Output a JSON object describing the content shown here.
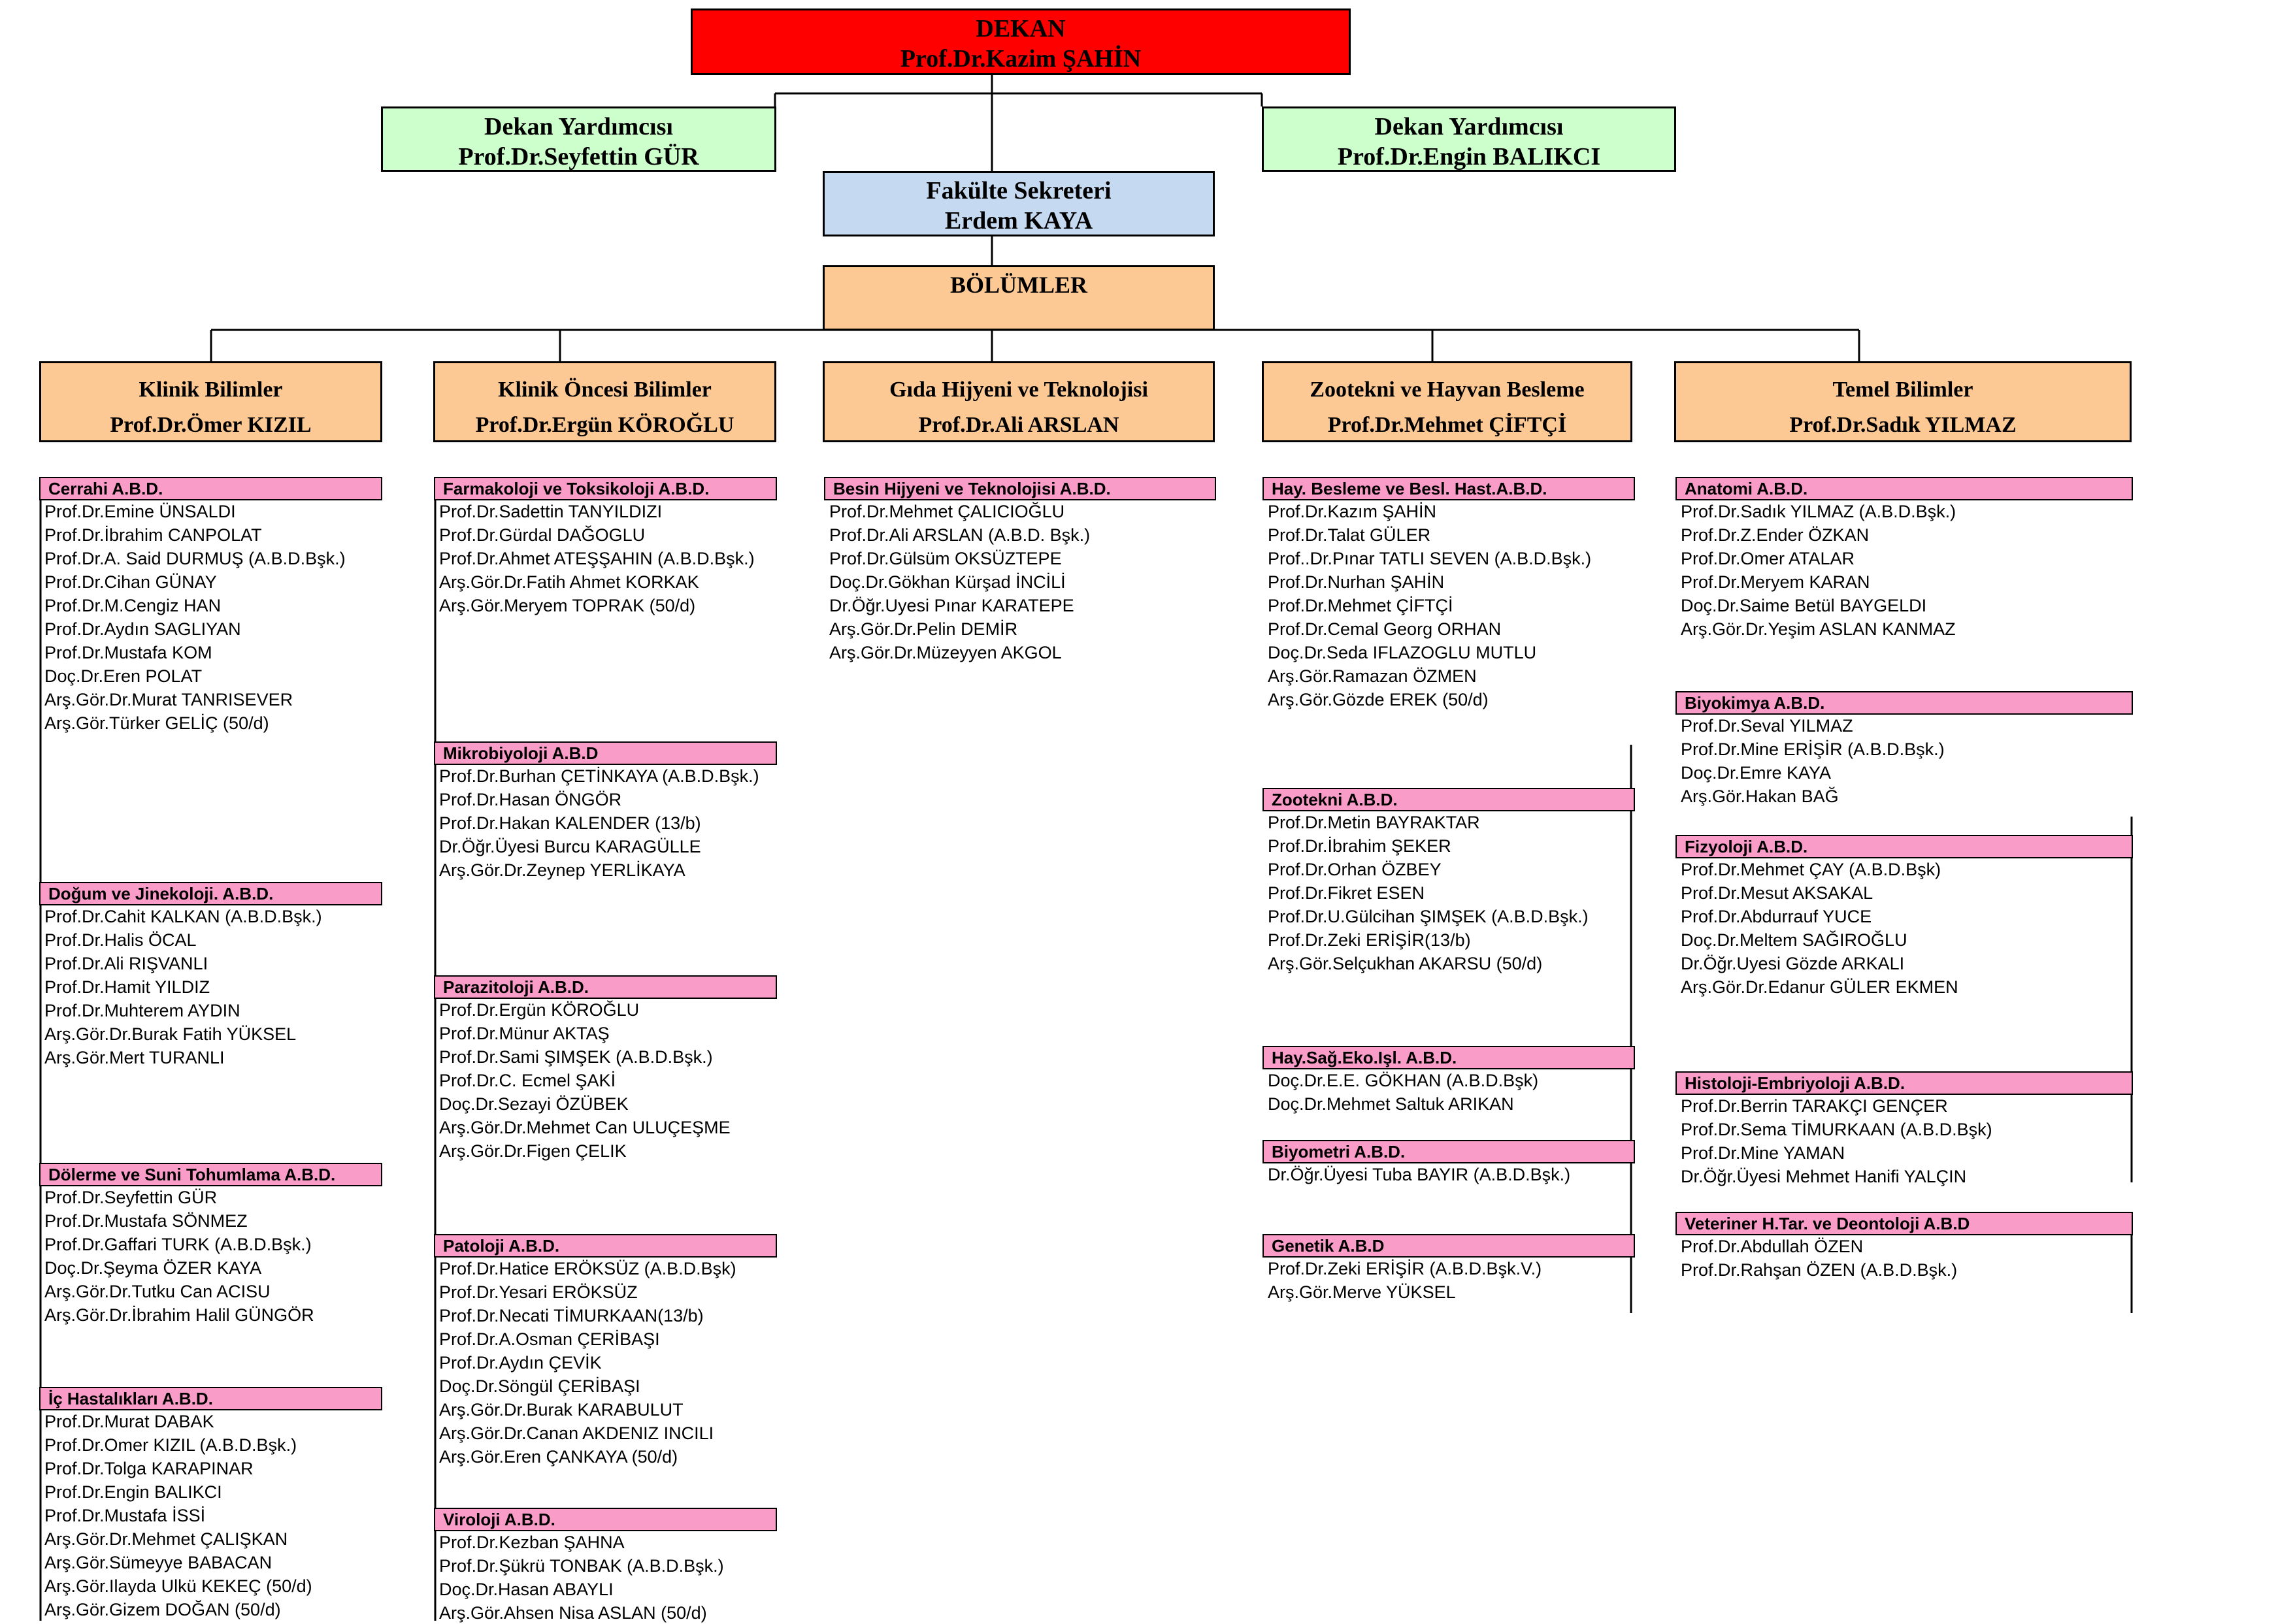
{
  "dean": {
    "title": "DEKAN",
    "name": "Prof.Dr.Kazim ŞAHİN"
  },
  "assistants": [
    {
      "title": "Dekan Yardımcısı",
      "name": "Prof.Dr.Seyfettin GÜR"
    },
    {
      "title": "Dekan Yardımcısı",
      "name": "Prof.Dr.Engin BALIKCI"
    }
  ],
  "secretary": {
    "title": "Fakülte Sekreteri",
    "name": "Erdem KAYA"
  },
  "departments_label": "BÖLÜMLER",
  "departments": [
    {
      "title": "Klinik Bilimler",
      "head": "Prof.Dr.Ömer KIZIL",
      "sections": [
        {
          "name": "Cerrahi A.B.D.",
          "members": [
            "Prof.Dr.Emine ÜNSALDI",
            "Prof.Dr.İbrahim CANPOLAT",
            "Prof.Dr.A. Said DURMUŞ (A.B.D.Bşk.)",
            "Prof.Dr.Cihan GÜNAY",
            "Prof.Dr.M.Cengiz HAN",
            "Prof.Dr.Aydın SAGLIYAN",
            "Prof.Dr.Mustafa KOM",
            "Doç.Dr.Eren POLAT",
            "Arş.Gör.Dr.Murat TANRISEVER",
            "Arş.Gör.Türker GELİÇ (50/d)"
          ]
        },
        {
          "name": "Doğum ve Jinekoloji. A.B.D.",
          "members": [
            "Prof.Dr.Cahit KALKAN (A.B.D.Bşk.)",
            "Prof.Dr.Halis ÖCAL",
            "Prof.Dr.Ali RIŞVANLI",
            "Prof.Dr.Hamit YILDIZ",
            "Prof.Dr.Muhterem AYDIN",
            "Arş.Gör.Dr.Burak Fatih YÜKSEL",
            "Arş.Gör.Mert TURANLI"
          ]
        },
        {
          "name": "Dölerme ve Suni Tohumlama A.B.D.",
          "members": [
            "Prof.Dr.Seyfettin GÜR",
            "Prof.Dr.Mustafa SÖNMEZ",
            "Prof.Dr.Gaffari TURK (A.B.D.Bşk.)",
            "Doç.Dr.Şeyma ÖZER KAYA",
            "Arş.Gör.Dr.Tutku Can ACISU",
            "Arş.Gör.Dr.İbrahim Halil GÜNGÖR"
          ]
        },
        {
          "name": "İç Hastalıkları A.B.D.",
          "members": [
            "Prof.Dr.Murat DABAK",
            "Prof.Dr.Omer KIZIL (A.B.D.Bşk.)",
            "Prof.Dr.Tolga KARAPINAR",
            "Prof.Dr.Engin BALIKCI",
            "Prof.Dr.Mustafa İSSİ",
            "Arş.Gör.Dr.Mehmet ÇALIŞKAN",
            "Arş.Gör.Sümeyye BABACAN",
            "Arş.Gör.Ilayda Ulkü KEKEÇ (50/d)",
            "Arş.Gör.Gizem DOĞAN (50/d)"
          ]
        }
      ]
    },
    {
      "title": "Klinik Öncesi Bilimler",
      "head": "Prof.Dr.Ergün KÖROĞLU",
      "sections": [
        {
          "name": "Farmakoloji ve Toksikoloji A.B.D.",
          "members": [
            "Prof.Dr.Sadettin TANYILDIZI",
            "Prof.Dr.Gürdal DAĞOGLU",
            "Prof.Dr.Ahmet ATEŞŞAHIN (A.B.D.Bşk.)",
            "Arş.Gör.Dr.Fatih Ahmet KORKAK",
            "Arş.Gör.Meryem TOPRAK (50/d)"
          ]
        },
        {
          "name": "Mikrobiyoloji A.B.D",
          "members": [
            "Prof.Dr.Burhan ÇETİNKAYA (A.B.D.Bşk.)",
            "Prof.Dr.Hasan ÖNGÖR",
            "Prof.Dr.Hakan KALENDER (13/b)",
            "Dr.Öğr.Üyesi Burcu KARAGÜLLE",
            "Arş.Gör.Dr.Zeynep YERLİKAYA"
          ]
        },
        {
          "name": "Parazitoloji A.B.D.",
          "members": [
            "Prof.Dr.Ergün KÖROĞLU",
            "Prof.Dr.Münur AKTAŞ",
            "Prof.Dr.Sami ŞIMŞEK (A.B.D.Bşk.)",
            "Prof.Dr.C. Ecmel ŞAKİ",
            "Doç.Dr.Sezayi ÖZÜBEK",
            "Arş.Gör.Dr.Mehmet Can ULUÇEŞME",
            "Arş.Gör.Dr.Figen ÇELIK"
          ]
        },
        {
          "name": "Patoloji A.B.D.",
          "members": [
            "Prof.Dr.Hatice ERÖKSÜZ (A.B.D.Bşk)",
            "Prof.Dr.Yesari ERÖKSÜZ",
            "Prof.Dr.Necati TİMURKAAN(13/b)",
            "Prof.Dr.A.Osman ÇERİBAŞI",
            "Prof.Dr.Aydın ÇEVİK",
            "Doç.Dr.Söngül ÇERİBAŞI",
            "Arş.Gör.Dr.Burak KARABULUT",
            "Arş.Gör.Dr.Canan AKDENIZ INCILI",
            "Arş.Gör.Eren ÇANKAYA (50/d)"
          ]
        },
        {
          "name": "Viroloji A.B.D.",
          "members": [
            "Prof.Dr.Kezban ŞAHNA",
            "Prof.Dr.Şükrü TONBAK (A.B.D.Bşk.)",
            "Doç.Dr.Hasan ABAYLI",
            "Arş.Gör.Ahsen Nisa ASLAN (50/d)"
          ]
        }
      ]
    },
    {
      "title": "Gıda Hijyeni ve Teknolojisi",
      "head": "Prof.Dr.Ali ARSLAN",
      "sections": [
        {
          "name": "Besin Hijyeni ve Teknolojisi A.B.D.",
          "members": [
            "Prof.Dr.Mehmet ÇALICIOĞLU",
            "Prof.Dr.Ali ARSLAN (A.B.D. Bşk.)",
            "Prof.Dr.Gülsüm OKSÜZTEPE",
            "Doç.Dr.Gökhan Kürşad İNCİLİ",
            "Dr.Öğr.Uyesi Pınar KARATEPE",
            "Arş.Gör.Dr.Pelin DEMİR",
            "Arş.Gör.Dr.Müzeyyen AKGOL"
          ]
        }
      ]
    },
    {
      "title": "Zootekni ve Hayvan Besleme",
      "head": "Prof.Dr.Mehmet ÇİFTÇİ",
      "sections": [
        {
          "name": "Hay. Besleme ve Besl. Hast.A.B.D.",
          "members": [
            "Prof.Dr.Kazım ŞAHİN",
            "Prof.Dr.Talat GÜLER",
            "Prof..Dr.Pınar TATLI SEVEN (A.B.D.Bşk.)",
            "Prof.Dr.Nurhan ŞAHİN",
            "Prof.Dr.Mehmet ÇİFTÇİ",
            "Prof.Dr.Cemal Georg ORHAN",
            "Doç.Dr.Seda IFLAZOGLU MUTLU",
            "Arş.Gör.Ramazan ÖZMEN",
            "Arş.Gör.Gözde EREK (50/d)"
          ]
        },
        {
          "name": "Zootekni A.B.D.",
          "members": [
            "Prof.Dr.Metin BAYRAKTAR",
            "Prof.Dr.İbrahim ŞEKER",
            "Prof.Dr.Orhan ÖZBEY",
            "Prof.Dr.Fikret ESEN",
            "Prof.Dr.U.Gülcihan ŞIMŞEK (A.B.D.Bşk.)",
            "Prof.Dr.Zeki ERİŞİR(13/b)",
            "Arş.Gör.Selçukhan AKARSU (50/d)"
          ]
        },
        {
          "name": "Hay.Sağ.Eko.Işl. A.B.D.",
          "members": [
            "Doç.Dr.E.E. GÖKHAN (A.B.D.Bşk)",
            "Doç.Dr.Mehmet Saltuk ARIKAN"
          ]
        },
        {
          "name": "Biyometri A.B.D.",
          "members": [
            "Dr.Öğr.Üyesi Tuba BAYIR (A.B.D.Bşk.)"
          ]
        },
        {
          "name": "Genetik A.B.D",
          "members": [
            "Prof.Dr.Zeki ERİŞİR (A.B.D.Bşk.V.)",
            "Arş.Gör.Merve YÜKSEL"
          ]
        }
      ]
    },
    {
      "title": "Temel Bilimler",
      "head": "Prof.Dr.Sadık YILMAZ",
      "sections": [
        {
          "name": "Anatomi A.B.D.",
          "members": [
            "Prof.Dr.Sadık YILMAZ (A.B.D.Bşk.)",
            "Prof.Dr.Z.Ender ÖZKAN",
            "Prof.Dr.Omer ATALAR",
            "Prof.Dr.Meryem KARAN",
            "Doç.Dr.Saime Betül BAYGELDI",
            "Arş.Gör.Dr.Yeşim ASLAN KANMAZ"
          ]
        },
        {
          "name": "Biyokimya A.B.D.",
          "members": [
            "Prof.Dr.Seval YILMAZ",
            "Prof.Dr.Mine ERİŞİR (A.B.D.Bşk.)",
            "Doç.Dr.Emre KAYA",
            "Arş.Gör.Hakan BAĞ"
          ]
        },
        {
          "name": "Fizyoloji A.B.D.",
          "members": [
            "Prof.Dr.Mehmet ÇAY (A.B.D.Bşk)",
            "Prof.Dr.Mesut AKSAKAL",
            "Prof.Dr.Abdurrauf YUCE",
            "Doç.Dr.Meltem SAĞIROĞLU",
            "Dr.Öğr.Uyesi Gözde ARKALI",
            "Arş.Gör.Dr.Edanur GÜLER EKMEN"
          ]
        },
        {
          "name": "Histoloji-Embriyoloji A.B.D.",
          "members": [
            "Prof.Dr.Berrin TARAKÇI GENÇER",
            "Prof.Dr.Sema TİMURKAAN (A.B.D.Bşk)",
            "Prof.Dr.Mine YAMAN",
            "Dr.Öğr.Üyesi Mehmet Hanifi YALÇIN"
          ]
        },
        {
          "name": "Veteriner H.Tar. ve Deontoloji A.B.D",
          "members": [
            "Prof.Dr.Abdullah ÖZEN",
            "Prof.Dr.Rahşan ÖZEN (A.B.D.Bşk.)"
          ]
        }
      ]
    }
  ]
}
